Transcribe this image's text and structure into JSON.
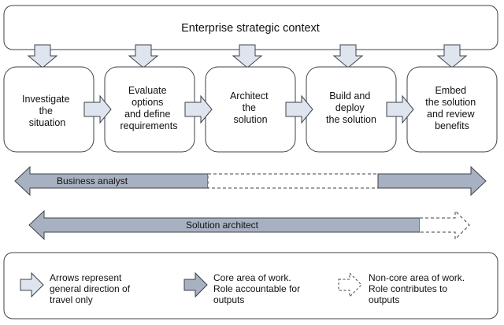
{
  "header": {
    "label": "Enterprise strategic context"
  },
  "stages": [
    {
      "lines": [
        "Investigate",
        "the",
        "situation"
      ]
    },
    {
      "lines": [
        "Evaluate",
        "options",
        "and define",
        "requirements"
      ]
    },
    {
      "lines": [
        "Architect",
        "the",
        "solution"
      ]
    },
    {
      "lines": [
        "Build and",
        "deploy",
        "the solution"
      ]
    },
    {
      "lines": [
        "Embed",
        "the solution",
        "and review",
        "benefits"
      ]
    }
  ],
  "roles": {
    "business_analyst": {
      "label": "Business analyst"
    },
    "solution_architect": {
      "label": "Solution architect"
    }
  },
  "legend": {
    "direction": {
      "lines": [
        "Arrows represent",
        "general direction of",
        "travel only"
      ]
    },
    "core": {
      "lines": [
        "Core area of work.",
        "Role accountable for",
        "outputs"
      ]
    },
    "noncore": {
      "lines": [
        "Non-core area of work.",
        "Role contributes to",
        "outputs"
      ]
    }
  },
  "colors": {
    "stroke": "#3c4148",
    "light_arrow_fill": "#dfe5ef",
    "role_arrow_fill": "#a7b1c1",
    "box_fill": "#ffffff",
    "text": "#111111"
  }
}
